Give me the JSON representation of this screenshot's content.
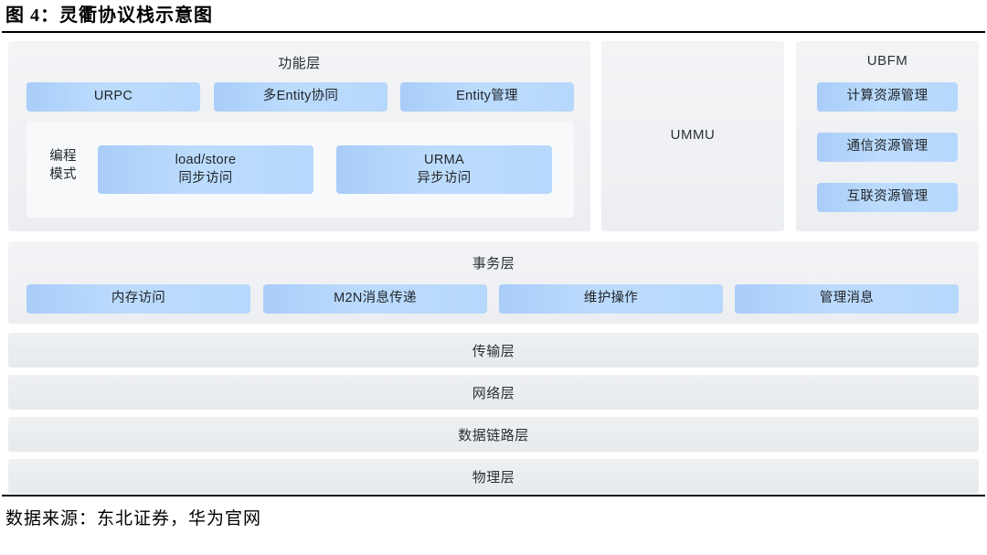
{
  "figure": {
    "title": "图 4：灵衢协议栈示意图",
    "source": "数据来源：东北证券，华为官网"
  },
  "colors": {
    "chip_blue_left": "#a9cdf8",
    "chip_blue_right": "#b6d8fc",
    "panel_gray": "#eceef1",
    "subpanel_gray": "#f7f9fb",
    "stack_gray": "#e7eaed",
    "text": "#2b2f35",
    "rule": "#000000"
  },
  "diagram": {
    "function_layer": {
      "title": "功能层",
      "chips": [
        {
          "label": "URPC"
        },
        {
          "label": "多Entity协同"
        },
        {
          "label": "Entity管理"
        }
      ],
      "programming_model": {
        "label_line1": "编程",
        "label_line2": "模式",
        "chips": [
          {
            "line1": "load/store",
            "line2": "同步访问"
          },
          {
            "line1": "URMA",
            "line2": "异步访问"
          }
        ]
      }
    },
    "ummu": {
      "title": "UMMU"
    },
    "ubfm": {
      "title": "UBFM",
      "chips": [
        {
          "label": "计算资源管理"
        },
        {
          "label": "通信资源管理"
        },
        {
          "label": "互联资源管理"
        }
      ]
    },
    "transaction_layer": {
      "title": "事务层",
      "chips": [
        {
          "label": "内存访问"
        },
        {
          "label": "M2N消息传递"
        },
        {
          "label": "维护操作"
        },
        {
          "label": "管理消息"
        }
      ]
    },
    "stack_layers": [
      {
        "label": "传输层"
      },
      {
        "label": "网络层"
      },
      {
        "label": "数据链路层"
      },
      {
        "label": "物理层"
      }
    ]
  }
}
